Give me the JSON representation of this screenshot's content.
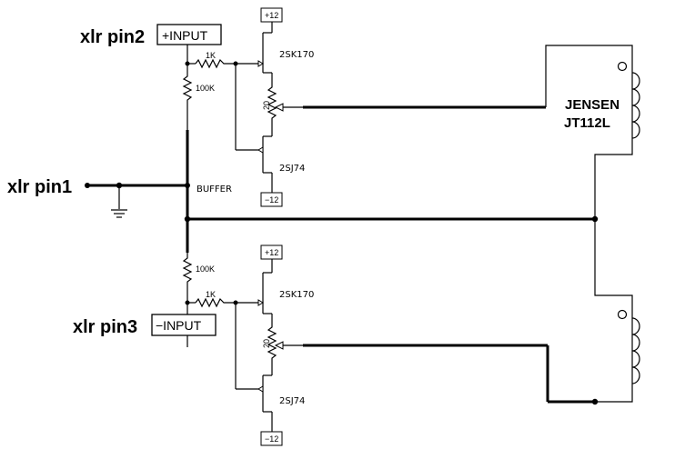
{
  "pins": {
    "pin2": "xlr pin2",
    "pin1": "xlr pin1",
    "pin3": "xlr pin3"
  },
  "inputs": {
    "plus": "+INPUT",
    "minus": "−INPUT"
  },
  "top": {
    "supply_pos": "+12",
    "supply_neg": "−12",
    "r_series": "1K",
    "r_bias": "100K",
    "pot": "20",
    "fet_n": "2SK170",
    "fet_p": "2SJ74"
  },
  "bottom": {
    "supply_pos": "+12",
    "supply_neg": "−12",
    "r_series": "1K",
    "r_bias": "100K",
    "pot": "20",
    "fet_n": "2SK170",
    "fet_p": "2SJ74"
  },
  "buffer": "BUFFER",
  "transformer": {
    "line1": "JENSEN",
    "line2": "JT112L"
  }
}
